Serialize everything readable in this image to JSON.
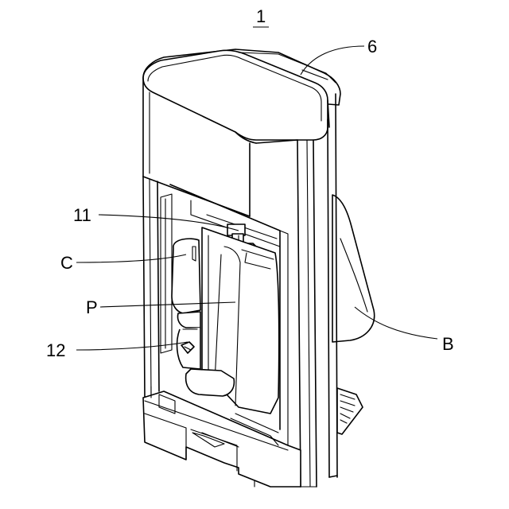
{
  "figure": {
    "main_ref": "1",
    "labels": {
      "ref_6": "6",
      "ref_11": "11",
      "ref_c": "C",
      "ref_p": "P",
      "ref_12": "12",
      "ref_b": "B"
    }
  }
}
